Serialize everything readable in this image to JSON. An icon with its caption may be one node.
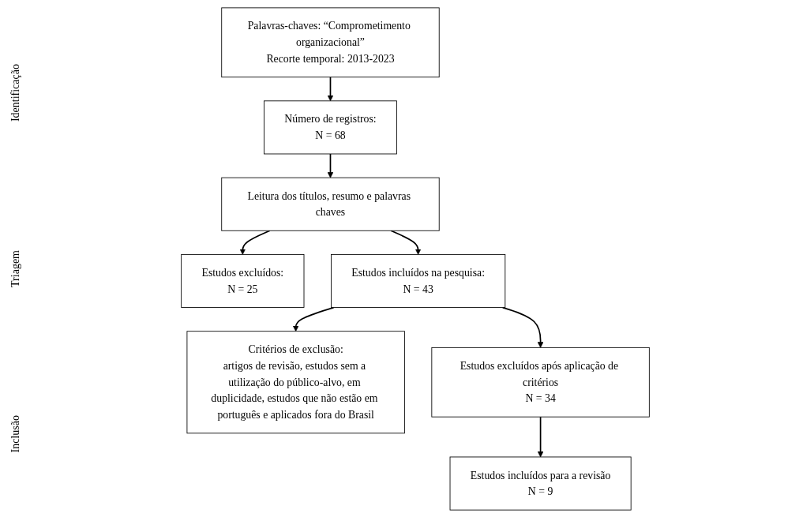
{
  "diagram": {
    "nodes": [
      {
        "text": [
          "Palavras-chaves: “Comprometimento organizacional”",
          "Recorte temporal: 2013-2023"
        ]
      },
      {
        "text": [
          "Número de registros:",
          "N = 68"
        ]
      },
      {
        "text": [
          "Leitura dos títulos, resumo e palavras chaves"
        ]
      },
      {
        "text": [
          "Estudos excluídos:",
          "N = 25"
        ]
      },
      {
        "text": [
          "Estudos incluídos na pesquisa:",
          "N = 43"
        ]
      },
      {
        "text": [
          "Critérios de exclusão:",
          "artigos de revisão, estudos sem a utilização do público-alvo, em duplicidade, estudos que não estão em português e aplicados fora do Brasil"
        ]
      },
      {
        "text": [
          "Estudos excluídos após aplicação de critérios",
          "N = 34"
        ]
      },
      {
        "text": [
          "Estudos incluídos para a revisão",
          "N = 9"
        ]
      }
    ],
    "edges": [
      {
        "from": 0,
        "to": 1,
        "arrow": "to"
      },
      {
        "from": 1,
        "to": 2,
        "arrow": "to"
      },
      {
        "from": 2,
        "to": 3,
        "arrow": "to"
      },
      {
        "from": 2,
        "to": 4,
        "arrow": "to"
      },
      {
        "from": 4,
        "to": 6,
        "arrow": "to"
      },
      {
        "from": 4,
        "to": 5,
        "arrow": "to"
      },
      {
        "from": 6,
        "to": 7,
        "arrow": "to"
      }
    ],
    "labels": [
      "Identificação",
      "Triagem",
      "Inclusão"
    ]
  }
}
